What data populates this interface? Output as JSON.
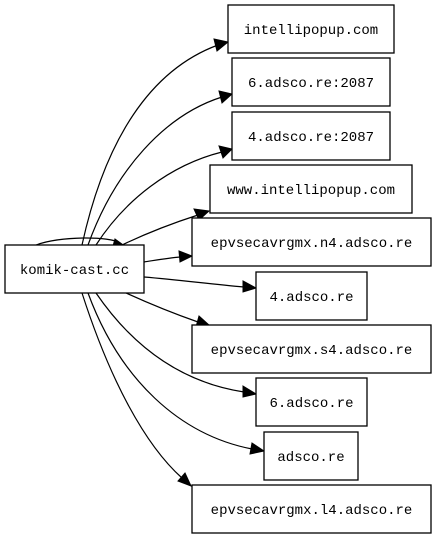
{
  "graph": {
    "source": "komik-cast.cc",
    "targets": [
      "intellipopup.com",
      "6.adsco.re:2087",
      "4.adsco.re:2087",
      "www.intellipopup.com",
      "epvsecavrgmx.n4.adsco.re",
      "4.adsco.re",
      "epvsecavrgmx.s4.adsco.re",
      "6.adsco.re",
      "adsco.re",
      "epvsecavrgmx.l4.adsco.re"
    ],
    "self_loop": true
  }
}
